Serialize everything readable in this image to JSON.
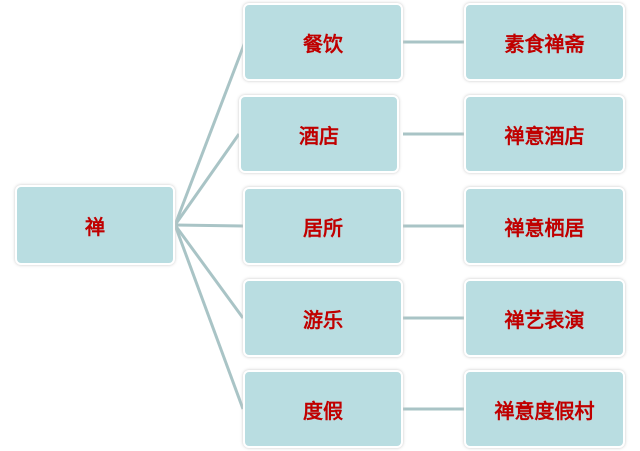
{
  "root": {
    "label": "禅"
  },
  "branches": [
    {
      "label": "餐饮",
      "leaf": "素食禅斋"
    },
    {
      "label": "酒店",
      "leaf": "禅意酒店"
    },
    {
      "label": "居所",
      "leaf": "禅意栖居"
    },
    {
      "label": "游乐",
      "leaf": "禅艺表演"
    },
    {
      "label": "度假",
      "leaf": "禅意度假村"
    }
  ],
  "colors": {
    "box": "#b9dde1",
    "text": "#c00000",
    "line": "#a9c4c6"
  }
}
